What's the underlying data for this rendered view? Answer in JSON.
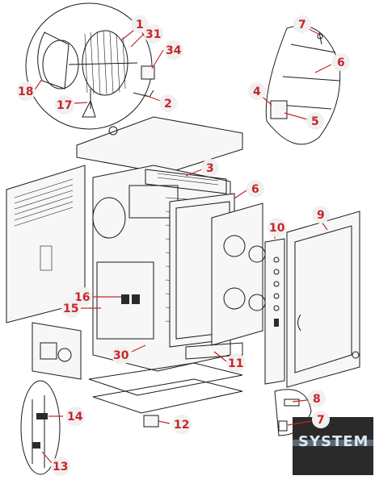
{
  "callouts": [
    {
      "id": "c1",
      "text": "1"
    },
    {
      "id": "c31",
      "text": "31"
    },
    {
      "id": "c34",
      "text": "34"
    },
    {
      "id": "c18",
      "text": "18"
    },
    {
      "id": "c17",
      "text": "17"
    },
    {
      "id": "c2",
      "text": "2"
    },
    {
      "id": "c7a",
      "text": "7"
    },
    {
      "id": "c6a",
      "text": "6"
    },
    {
      "id": "c4",
      "text": "4"
    },
    {
      "id": "c5",
      "text": "5"
    },
    {
      "id": "c3",
      "text": "3"
    },
    {
      "id": "c6b",
      "text": "6"
    },
    {
      "id": "c10",
      "text": "10"
    },
    {
      "id": "c9",
      "text": "9"
    },
    {
      "id": "c16",
      "text": "16"
    },
    {
      "id": "c15",
      "text": "15"
    },
    {
      "id": "c30",
      "text": "30"
    },
    {
      "id": "c11",
      "text": "11"
    },
    {
      "id": "c8",
      "text": "8"
    },
    {
      "id": "c7b",
      "text": "7"
    },
    {
      "id": "c14",
      "text": "14"
    },
    {
      "id": "c12",
      "text": "12"
    },
    {
      "id": "c13",
      "text": "13"
    }
  ],
  "logo": {
    "text": "SYSTEM",
    "accent": "#c8262b"
  },
  "colors": {
    "label": "#c8262b",
    "line": "#1a1a1a"
  }
}
